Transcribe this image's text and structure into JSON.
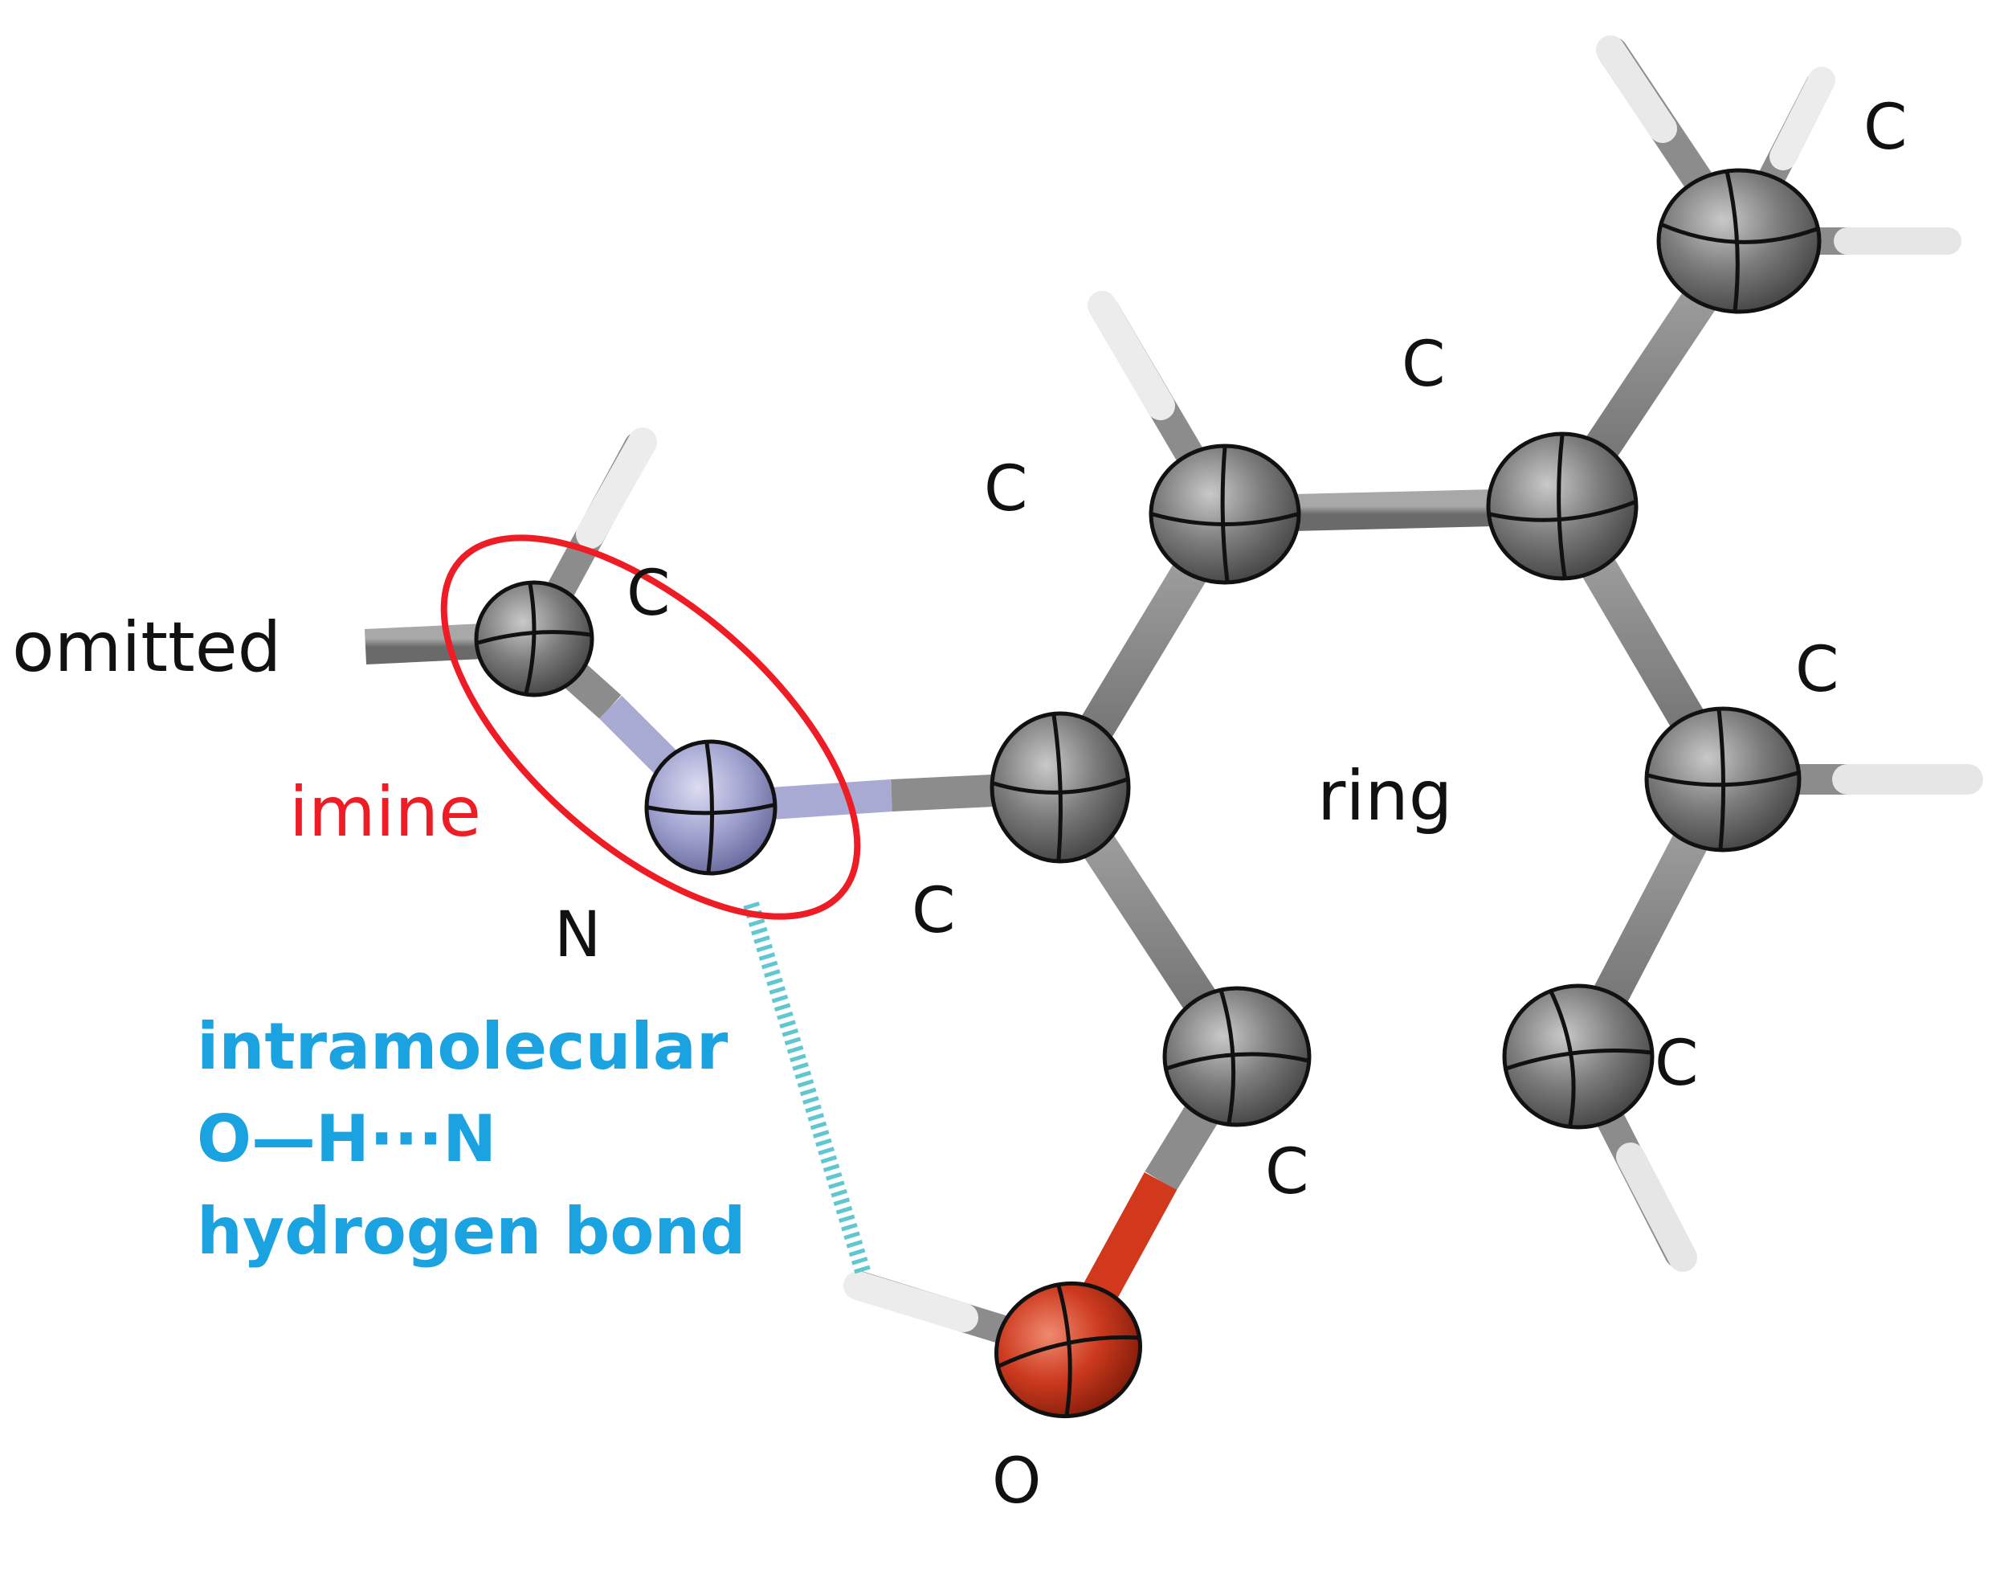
{
  "diagram": {
    "atom_labels": {
      "c_methyl": "C",
      "c_ring_top_right": "C",
      "c_ring_top_left": "C",
      "c_imine": "C",
      "c_ring_right": "C",
      "c_ring_ipso": "C",
      "c_ring_bottom_right": "C",
      "c_ring_bottom_left": "C",
      "n_imine": "N",
      "o_hydroxyl": "O"
    },
    "omitted_label": "omitted",
    "imine_label": "imine",
    "ring_label": "ring",
    "hbond_label": {
      "line1": "intramolecular",
      "line2": "O—H···N",
      "line3": "hydrogen bond"
    }
  },
  "colors": {
    "carbon": "#7a7a7a",
    "nitrogen": "#a4a6d0",
    "oxygen": "#c8321c",
    "hydrogen": "#e4e4e4",
    "bond": "#8c8c8c",
    "imine_ring": "#ee1c24",
    "hbond": "#5fc7cf",
    "hbond_text": "#1aa3e0"
  }
}
